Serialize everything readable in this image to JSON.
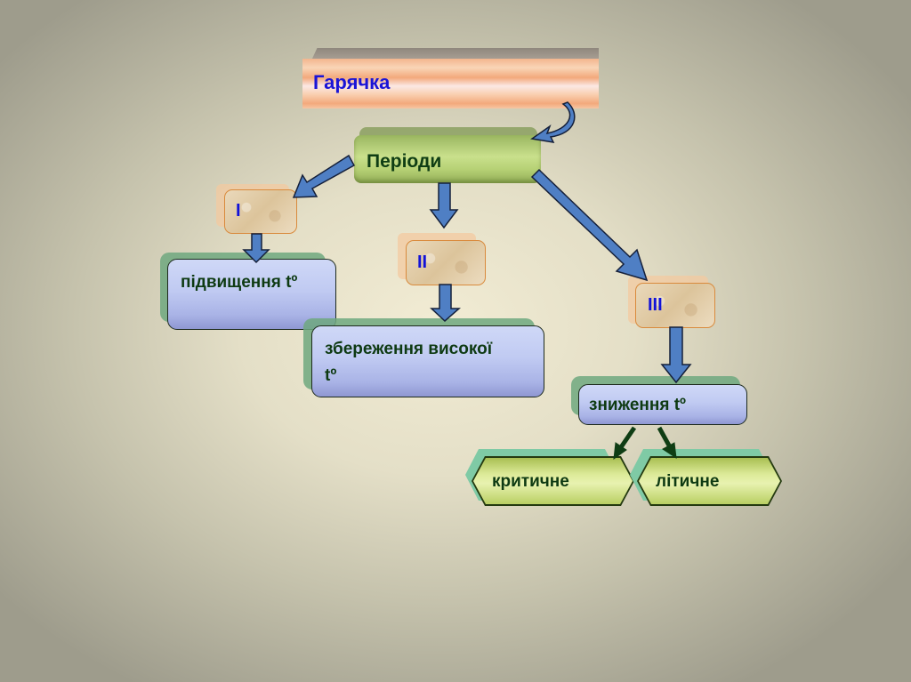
{
  "title": "Гарячка",
  "periods": {
    "label": "Періоди",
    "stages": [
      {
        "numeral": "I",
        "description": "підвищення tº"
      },
      {
        "numeral": "II",
        "description_line1": "збереження високої",
        "description_line2": "tº"
      },
      {
        "numeral": "III",
        "description": "зниження tº",
        "outcomes": [
          "критичне",
          "літичне"
        ]
      }
    ]
  },
  "colors": {
    "title_text": "#1a14d6",
    "numeral_text": "#1212d8",
    "box_text": "#0e3a12",
    "arrow_fill": "#4f7fc4",
    "outcome_arrow": "#0f3d14"
  }
}
